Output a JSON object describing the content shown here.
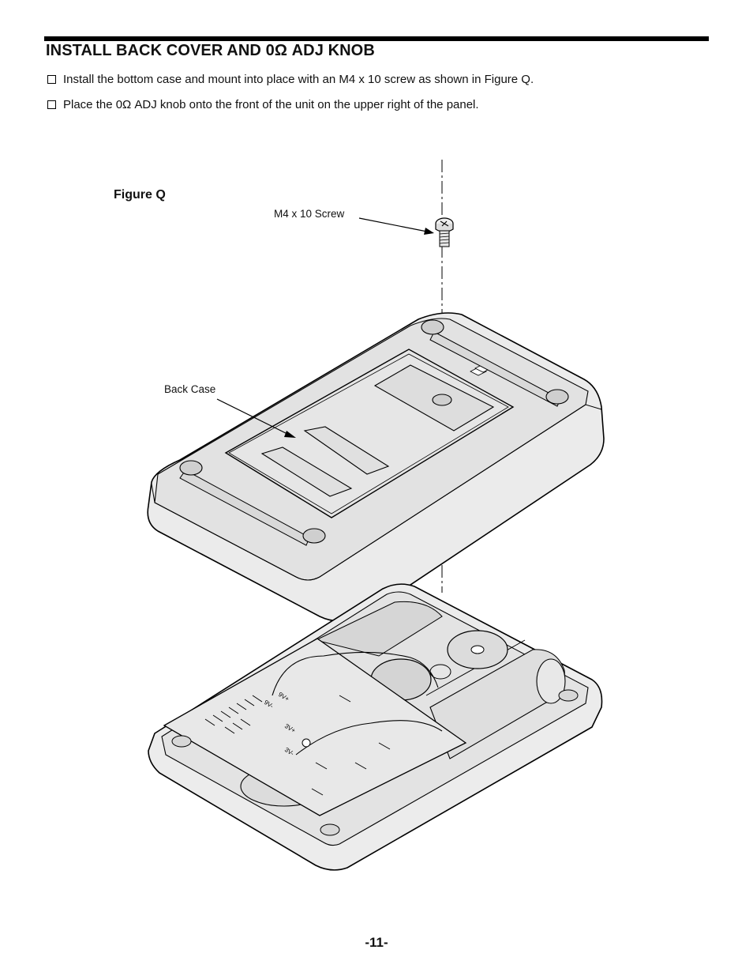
{
  "page": {
    "title": "INSTALL BACK COVER AND 0Ω ADJ KNOB",
    "steps": [
      {
        "text": "Install the bottom case and mount into place with an M4 x 10 screw as shown in Figure Q."
      },
      {
        "text": "Place the 0Ω ADJ knob onto the front of the unit on the upper right of the panel."
      }
    ],
    "page_number": "-11-"
  },
  "figure": {
    "label": "Figure Q",
    "callouts": {
      "screw": "M4 x 10 Screw",
      "back_case": "Back Case"
    },
    "pcb_labels": [
      "9V+",
      "9V-",
      "3V+",
      "3V-"
    ]
  }
}
